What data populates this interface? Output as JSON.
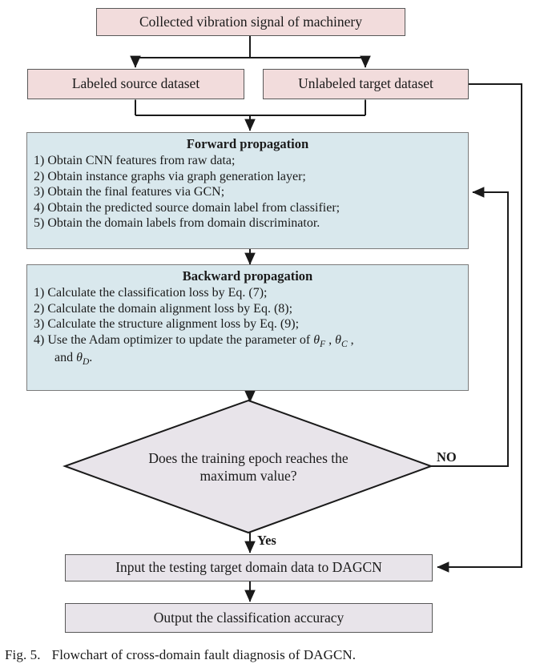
{
  "figure": {
    "caption_number": "Fig. 5.",
    "caption_text": "Flowchart of cross-domain fault diagnosis of DAGCN."
  },
  "colors": {
    "pink_fill": "#f2dcdc",
    "blue_fill": "#d9e8ed",
    "gray_fill": "#e8e4ea",
    "stroke": "#585858",
    "text": "#1a1a1a"
  },
  "nodes": {
    "collected_signal": "Collected vibration signal of machinery",
    "labeled_source": "Labeled source dataset",
    "unlabeled_target": "Unlabeled target dataset",
    "forward": {
      "title": "Forward propagation",
      "items": [
        "1) Obtain CNN features from raw data;",
        "2) Obtain instance graphs via graph generation layer;",
        "3) Obtain the final features via GCN;",
        "4) Obtain the predicted source domain label from classifier;",
        "5) Obtain the domain labels from domain discriminator."
      ]
    },
    "backward": {
      "title": "Backward propagation",
      "items": [
        "1) Calculate the classification loss by Eq. (7);",
        "2) Calculate the domain alignment loss by Eq. (8);",
        "3) Calculate the structure alignment loss by Eq. (9);"
      ],
      "item4_prefix": "4) Use the Adam optimizer to update the parameter of ",
      "item4_param1": "θ",
      "item4_param1_sub": "F",
      "item4_sep": " , ",
      "item4_param2": "θ",
      "item4_param2_sub": "C",
      "item4_comma": " ,",
      "item4_cont_prefix": "and ",
      "item4_param3": "θ",
      "item4_param3_sub": "D",
      "item4_cont_suffix": "."
    },
    "decision": {
      "line1": "Does the training epoch reaches the",
      "line2": "maximum value?"
    },
    "input_testing": "Input the testing target domain data to DAGCN",
    "output_accuracy": "Output the classification accuracy"
  },
  "edge_labels": {
    "no": "NO",
    "yes": "Yes"
  }
}
